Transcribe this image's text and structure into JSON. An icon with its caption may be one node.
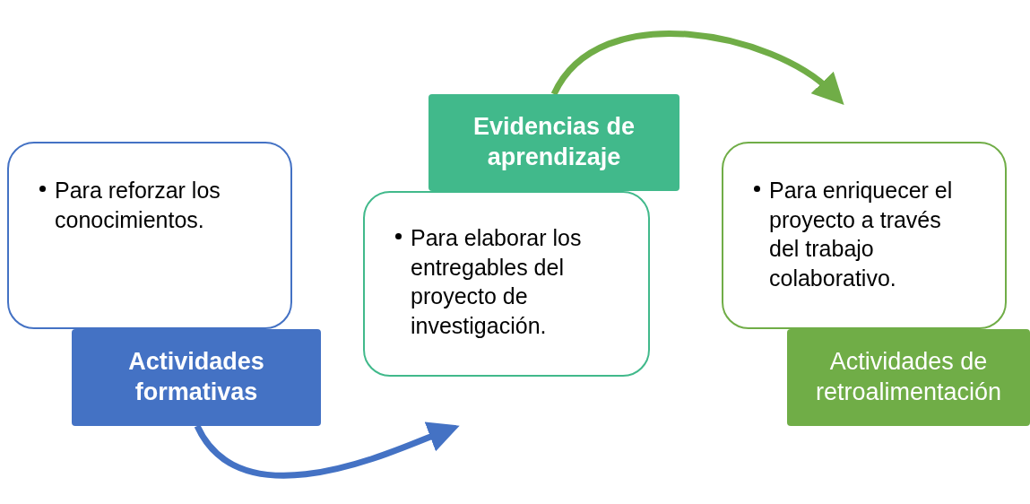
{
  "diagram": {
    "nodes": [
      {
        "text": [
          "Para reforzar los conocimientos."
        ]
      },
      {
        "text": [
          "Actividades formativas"
        ]
      },
      {
        "text": [
          "Evidencias de aprendizaje"
        ]
      },
      {
        "text": [
          "Para elaborar los entregables del proyecto de investigación."
        ]
      },
      {
        "text": [
          "Para enriquecer el proyecto a través del trabajo colaborativo."
        ]
      },
      {
        "text": [
          "Actividades de retroalimentación"
        ]
      }
    ],
    "edges": [
      {
        "from": 1,
        "to": 3,
        "arrow": "to",
        "color": "#4472c4"
      },
      {
        "from": 2,
        "to": 4,
        "arrow": "to",
        "color": "#70ad47"
      }
    ]
  }
}
